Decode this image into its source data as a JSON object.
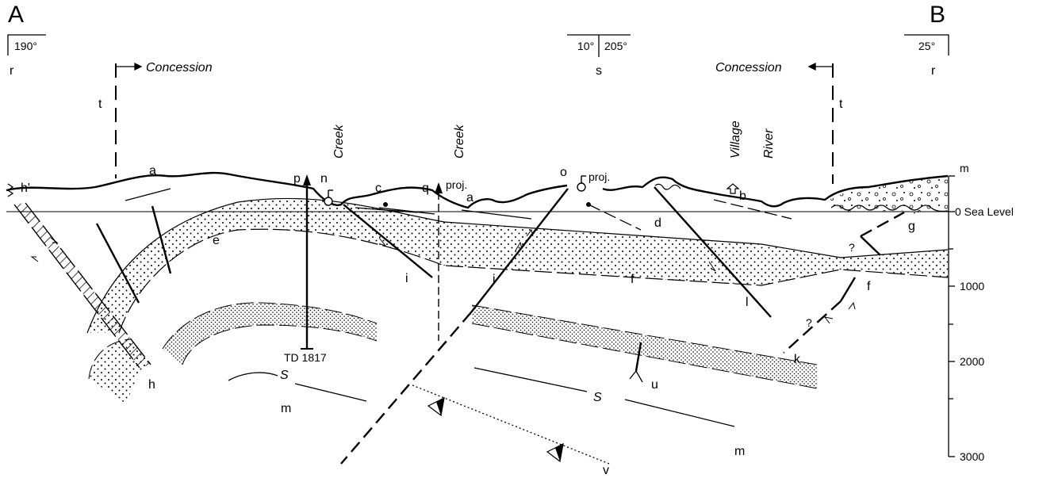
{
  "section": {
    "end_left": "A",
    "end_right": "B",
    "concession_label": "Concession",
    "creek_label": "Creek",
    "village_label": "Village",
    "river_label": "River",
    "sea_level_label": "0 Sea Level",
    "depth_unit": "m",
    "depth_ticks": [
      "1000",
      "2000",
      "3000"
    ],
    "td_label": "TD 1817",
    "proj_label": "proj.",
    "fault_s_label": "S",
    "question_mark": "?"
  },
  "bearings": {
    "left": "190°",
    "mid_left": "10°",
    "mid_right": "205°",
    "right": "25°"
  },
  "letters": {
    "r_left": "r",
    "r_right": "r",
    "s": "s",
    "t_left": "t",
    "t_right": "t",
    "a1": "a",
    "a2": "a",
    "b": "b",
    "c": "c",
    "d": "d",
    "e": "e",
    "f1": "f",
    "f2": "f",
    "g": "g",
    "h": "h",
    "h_prime": "h'",
    "i1": "i",
    "i2": "i",
    "k": "k",
    "l": "l",
    "m1": "m",
    "m2": "m",
    "n": "n",
    "o": "o",
    "p": "p",
    "q": "q",
    "u": "u",
    "v": "v"
  },
  "colors": {
    "line": "#000000",
    "background": "#ffffff"
  }
}
